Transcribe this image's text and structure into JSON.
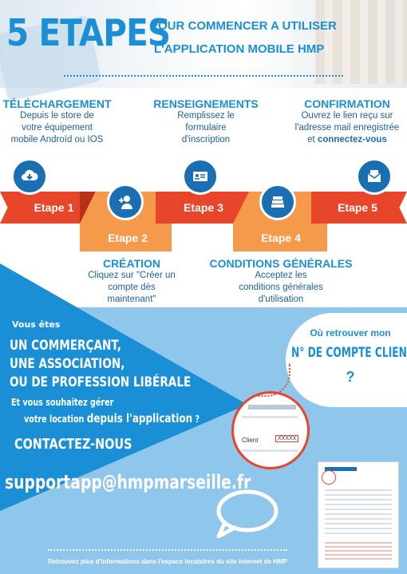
{
  "header": {
    "big_title": "5 ETAPES",
    "subtitle_line1": "POUR COMMENCER A UTILISER",
    "subtitle_line2": "L'APPLICATION MOBILE HMP"
  },
  "steps_top": [
    {
      "title": "TÉLÉCHARGEMENT",
      "desc": [
        "Depuis le store de",
        "votre équipement",
        "mobile Androïd ou IOS"
      ]
    },
    {
      "title": "RENSEIGNEMENTS",
      "desc": [
        "Remplissez le",
        "formulaire",
        "d'inscription"
      ]
    },
    {
      "title": "CONFIRMATION",
      "desc": [
        "Ouvrez le lien reçu sur",
        "l'adresse mail enregistrée",
        "et "
      ],
      "desc_bold": "connectez-vous"
    }
  ],
  "steps_bottom": [
    {
      "title": "CRÉATION",
      "desc": [
        "Cliquez sur \"Créer un",
        "compte dès",
        "maintenant\""
      ]
    },
    {
      "title": "CONDITIONS GÉNÉRALES",
      "desc": [
        "Acceptez les",
        "conditions générales",
        "d'utilisation"
      ]
    }
  ],
  "step_labels": [
    "Etape 1",
    "Etape 2",
    "Etape 3",
    "Etape 4",
    "Etape 5"
  ],
  "icons": [
    "download-icon",
    "add-user-icon",
    "id-card-icon",
    "books-icon",
    "mail-icon"
  ],
  "pro": {
    "vous_etes": "Vous êtes",
    "line1": "UN COMMERÇANT,",
    "line2": "UNE ASSOCIATION,",
    "line3": "OU DE PROFESSION LIBÉRALE",
    "gerer1": "Et vous souhaitez gérer",
    "gerer2a": "votre location ",
    "gerer2b": "depuis l'application",
    "gerer2c": " ?",
    "contact": "CONTACTEZ-NOUS",
    "email": "supportapp@hmpmarseille.fr"
  },
  "account": {
    "q1": "Où retrouver mon",
    "q2": "N° DE COMPTE CLIENT",
    "q3": "?",
    "client_label": "Client",
    "client_value": "XXXXX"
  },
  "footer": "Retrouvez plus d'informations dans l'espace locataires du site internet de HMP",
  "colors": {
    "blue": "#1a8fd6",
    "dark_blue": "#1a6fb3",
    "red": "#e8462a",
    "orange": "#f59a4a",
    "light_blue": "#8fc6ec"
  }
}
